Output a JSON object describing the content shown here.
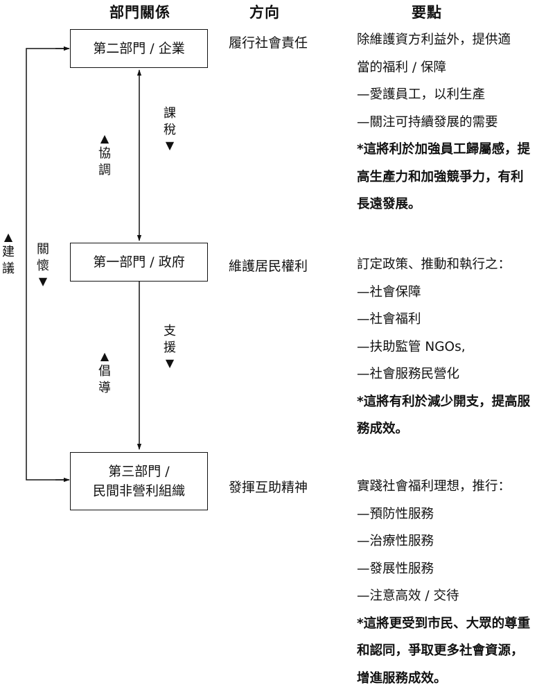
{
  "headers": {
    "relationship": "部門關係",
    "direction": "方向",
    "points": "要點"
  },
  "boxes": {
    "second_sector": [
      "第二部門 / 企業"
    ],
    "first_sector": [
      "第一部門 / 政府"
    ],
    "third_sector": [
      "第三部門 /",
      "民間非營利組織"
    ]
  },
  "directions": {
    "second_sector": "履行社會責任",
    "first_sector": "維護居民權利",
    "third_sector": "發揮互助精神"
  },
  "connector_labels": {
    "tax": [
      "課",
      "稅"
    ],
    "coordinate": [
      "協",
      "調"
    ],
    "support": [
      "支",
      "援"
    ],
    "advocate": [
      "倡",
      "導"
    ],
    "care": [
      "關",
      "懷"
    ],
    "suggest": [
      "建",
      "議"
    ]
  },
  "points": {
    "second_sector": {
      "lines": [
        "除維護資方利益外，提供適",
        "當的福利 / 保障",
        "—愛護員工，以利生產",
        "—關注可持續發展的需要"
      ],
      "note": "*這將利於加強員工歸屬感，提高生產力和加強競爭力，有利長遠發展。"
    },
    "first_sector": {
      "lines": [
        "訂定政策、推動和執行之：",
        "—社會保障",
        "—社會福利",
        "—扶助監管 NGOs,",
        "—社會服務民營化"
      ],
      "note": "*這將有利於減少開支，提高服務成效。"
    },
    "third_sector": {
      "lines": [
        "實踐社會福利理想，推行：",
        "—預防性服務",
        "—治療性服務",
        "—發展性服務",
        "—注意高效 / 交待"
      ],
      "note": "*這將更受到市民、大眾的尊重和認同，爭取更多社會資源，增進服務成效。"
    }
  },
  "glyphs": {
    "up": "▲",
    "down": "▼"
  }
}
